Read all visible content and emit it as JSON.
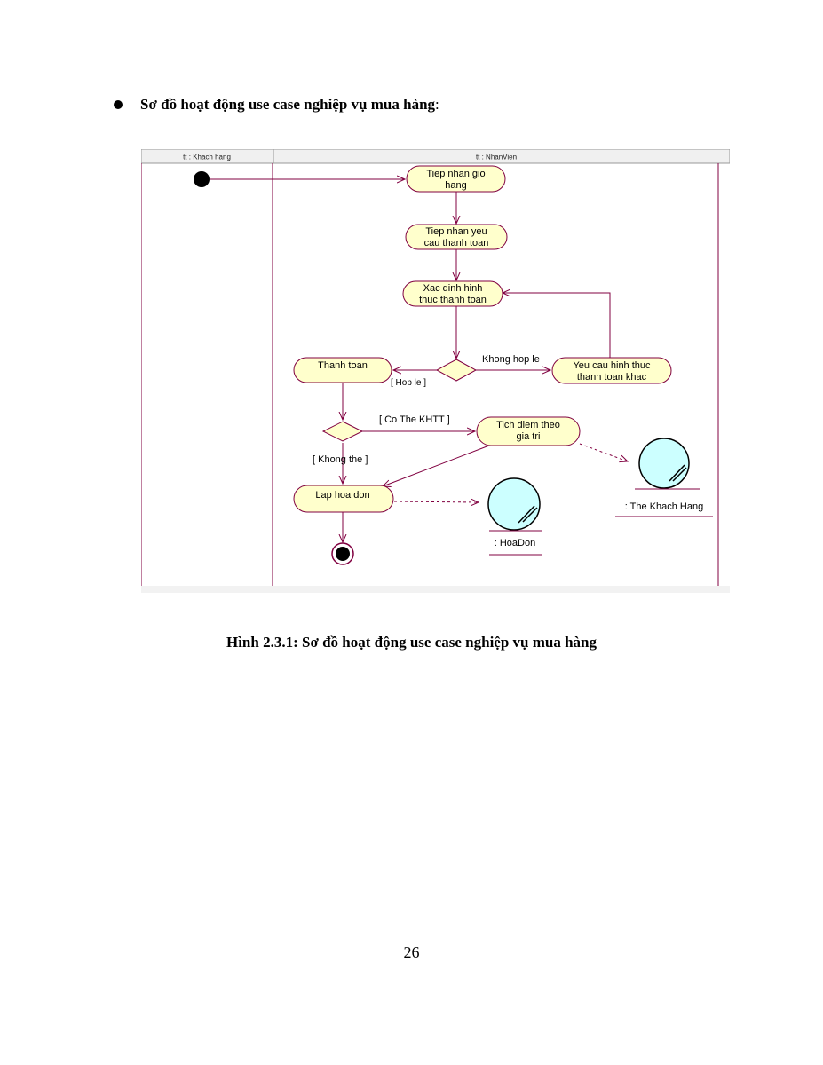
{
  "heading": {
    "text": "Sơ đồ hoạt động use case nghiệp vụ mua hàng",
    "suffix": ":"
  },
  "diagram": {
    "swimlanes": [
      "tt : Khach hang",
      "tt : NhanVien"
    ],
    "activities": {
      "receive_cart": [
        "Tiep nhan gio",
        "hang"
      ],
      "receive_payment_request": [
        "Tiep nhan yeu",
        "cau thanh toan"
      ],
      "determine_payment_method": [
        "Xac dinh hinh",
        "thuc thanh toan"
      ],
      "payment": [
        "Thanh toan"
      ],
      "request_other_method": [
        "Yeu cau hinh thuc",
        "thanh toan khac"
      ],
      "accumulate_points": [
        "Tich diem theo",
        "gia tri"
      ],
      "create_invoice": [
        "Lap hoa don"
      ]
    },
    "guards": {
      "invalid": "Khong hop le",
      "valid": "[ Hop le ]",
      "has_card": "[ Co The KHTT ]",
      "no_card": "[ Khong the  ]"
    },
    "objects": {
      "customer_card": ": The Khach Hang",
      "invoice": ": HoaDon"
    },
    "colors": {
      "activity_fill": "#ffffcc",
      "stroke": "#800040",
      "object_fill": "#ccffff"
    }
  },
  "caption": "Hình 2.3.1: Sơ đồ hoạt động use case nghiệp vụ mua hàng",
  "page_number": "26"
}
